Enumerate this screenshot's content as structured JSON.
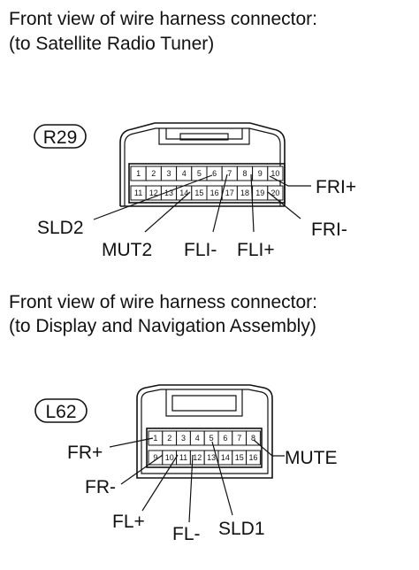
{
  "sections": [
    {
      "heading_line1": "Front view of wire harness connector:",
      "heading_line2": "(to Satellite Radio Tuner)",
      "connector_code": "R29",
      "pins_top": [
        "1",
        "2",
        "3",
        "4",
        "5",
        "6",
        "7",
        "8",
        "9",
        "10"
      ],
      "pins_bottom": [
        "11",
        "12",
        "13",
        "14",
        "15",
        "16",
        "17",
        "18",
        "19",
        "20"
      ],
      "labels": {
        "fri_plus": "FRI+",
        "fri_minus": "FRI-",
        "sld2": "SLD2",
        "mut2": "MUT2",
        "fli_minus": "FLI-",
        "fli_plus": "FLI+"
      }
    },
    {
      "heading_line1": "Front view of wire harness connector:",
      "heading_line2": "(to Display and Navigation Assembly)",
      "connector_code": "L62",
      "pins_top": [
        "1",
        "2",
        "3",
        "4",
        "5",
        "6",
        "7",
        "8"
      ],
      "pins_bottom": [
        "9",
        "10",
        "11",
        "12",
        "13",
        "14",
        "15",
        "16"
      ],
      "labels": {
        "fr_plus": "FR+",
        "fr_minus": "FR-",
        "fl_plus": "FL+",
        "fl_minus": "FL-",
        "sld1": "SLD1",
        "mute": "MUTE"
      }
    }
  ]
}
